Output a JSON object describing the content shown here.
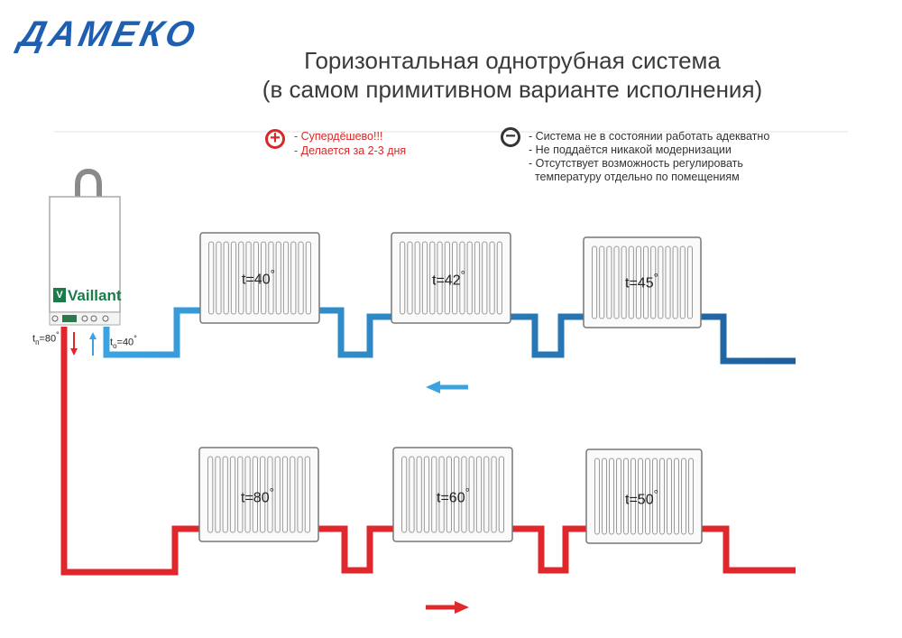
{
  "brand": {
    "logo_text": "ДАМЕКО",
    "boiler_brand": "Vaillant"
  },
  "title": {
    "line1": "Горизонтальная однотрубная система",
    "line2": "(в самом примитивном варианте исполнения)"
  },
  "advantages": {
    "icon": "plus-circle-icon",
    "items": [
      "- Супердёшево!!!",
      "- Делается за 2-3 дня"
    ]
  },
  "disadvantages": {
    "icon": "minus-circle-icon",
    "items": [
      "- Система не в состоянии работать адекватно",
      "- Не поддаётся никакой модернизации",
      "- Отсутствует возможность регулировать",
      "  температуру отдельно по помещениям"
    ]
  },
  "boiler": {
    "supply_temp_main": "t",
    "supply_temp_sub": "п",
    "supply_temp_value": "=80",
    "return_temp_main": "t",
    "return_temp_sub": "о",
    "return_temp_value": "=40"
  },
  "radiators": {
    "top": [
      "t=40",
      "t=42",
      "t=45"
    ],
    "bottom": [
      "t=80",
      "t=60",
      "t=50"
    ],
    "degree": "°"
  },
  "colors": {
    "hot": "#e0282c",
    "cold": "#3aa3e0",
    "dark_blue": "#1e5e9c",
    "logo": "#1f5fb0",
    "brand_green": "#1b7c4a"
  }
}
